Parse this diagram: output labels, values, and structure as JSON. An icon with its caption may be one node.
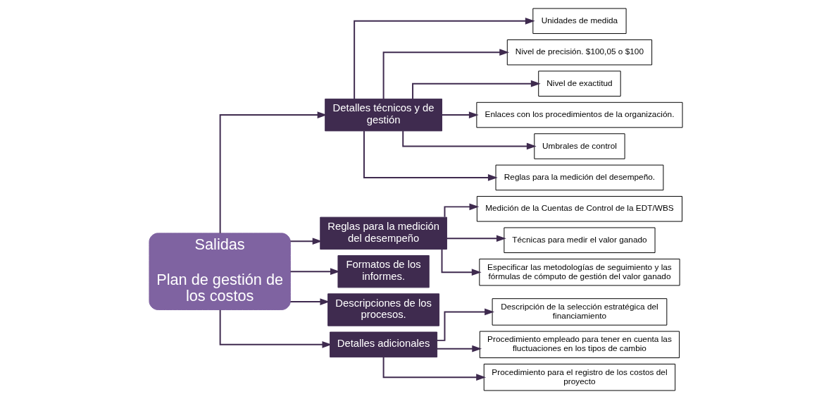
{
  "diagram": {
    "nodes": [
      {
        "text": [
          "Salidas",
          "Plan de gestión de los costos"
        ]
      },
      {
        "text": [
          "Detalles técnicos y de gestión"
        ]
      },
      {
        "text": [
          "Reglas para la medición del desempeño"
        ]
      },
      {
        "text": [
          "Formatos de los informes."
        ]
      },
      {
        "text": [
          "Descripciones de los procesos."
        ]
      },
      {
        "text": [
          "Detalles adicionales"
        ]
      },
      {
        "text": [
          "Unidades de medida"
        ]
      },
      {
        "text": [
          "Nivel de precisión. $100,05 o $100"
        ]
      },
      {
        "text": [
          "Nivel de exactitud"
        ]
      },
      {
        "text": [
          "Enlaces con los procedimientos de la organización."
        ]
      },
      {
        "text": [
          "Umbrales de control"
        ]
      },
      {
        "text": [
          "Reglas para la medición del desempeño."
        ]
      },
      {
        "text": [
          "Medición de la Cuentas de Control de la EDT/WBS"
        ]
      },
      {
        "text": [
          "Técnicas para medir el valor ganado"
        ]
      },
      {
        "text": [
          "Especificar las metodologías de seguimiento y las fórmulas de cómputo de gestión del valor ganado"
        ]
      },
      {
        "text": [
          "Descripción de la selección estratégica del financiamiento"
        ]
      },
      {
        "text": [
          "Procedimiento empleado para tener en cuenta las fluctuaciones en los tipos de cambio"
        ]
      },
      {
        "text": [
          "Procedimiento para el registro de los costos del proyecto"
        ]
      }
    ],
    "edges": [
      {
        "from": 0,
        "to": 1,
        "arrow": "to"
      },
      {
        "from": 0,
        "to": 2,
        "arrow": "to"
      },
      {
        "from": 0,
        "to": 3,
        "arrow": "to"
      },
      {
        "from": 0,
        "to": 4,
        "arrow": "to"
      },
      {
        "from": 0,
        "to": 5,
        "arrow": "to"
      },
      {
        "from": 1,
        "to": 6,
        "arrow": "to"
      },
      {
        "from": 1,
        "to": 7,
        "arrow": "to"
      },
      {
        "from": 1,
        "to": 8,
        "arrow": "to"
      },
      {
        "from": 1,
        "to": 9,
        "arrow": "to"
      },
      {
        "from": 1,
        "to": 10,
        "arrow": "to"
      },
      {
        "from": 1,
        "to": 11,
        "arrow": "to"
      },
      {
        "from": 2,
        "to": 12,
        "arrow": "to"
      },
      {
        "from": 2,
        "to": 13,
        "arrow": "to"
      },
      {
        "from": 2,
        "to": 14,
        "arrow": "to"
      },
      {
        "from": 5,
        "to": 15,
        "arrow": "to"
      },
      {
        "from": 5,
        "to": 16,
        "arrow": "to"
      },
      {
        "from": 5,
        "to": 17,
        "arrow": "to"
      }
    ]
  }
}
